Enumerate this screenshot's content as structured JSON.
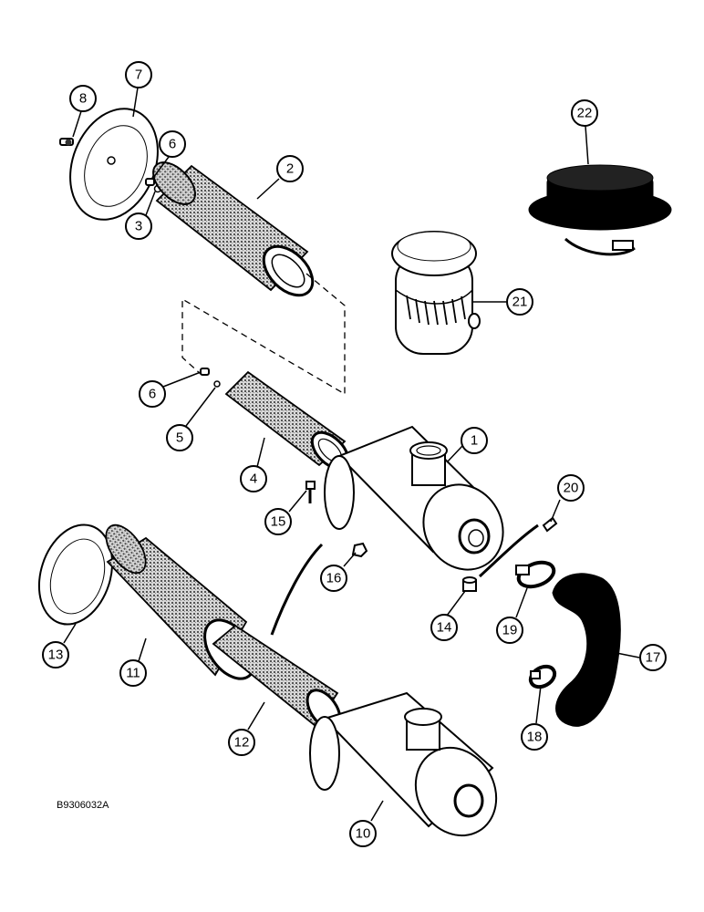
{
  "diagram": {
    "drawing_id": "B9306032A",
    "callouts": [
      "1",
      "2",
      "3",
      "4",
      "5",
      "6",
      "6",
      "7",
      "8",
      "10",
      "11",
      "12",
      "13",
      "14",
      "15",
      "16",
      "17",
      "18",
      "19",
      "20",
      "21",
      "22"
    ]
  }
}
